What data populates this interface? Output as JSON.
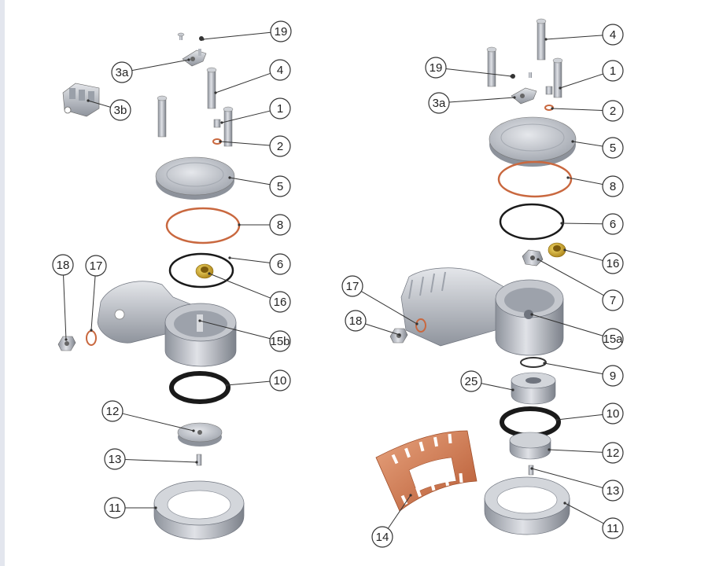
{
  "colors": {
    "metal_light": "#d7d9de",
    "metal_mid": "#a9adb6",
    "metal_dark": "#6f747e",
    "copper": "#c9683f",
    "copper_light": "#e6a07c",
    "brass": "#c9a227",
    "rubber": "#1a1a1a",
    "line": "#333333"
  },
  "left_assembly": {
    "callouts": [
      "19",
      "3a",
      "3b",
      "4",
      "1",
      "2",
      "5",
      "8",
      "6",
      "18",
      "17",
      "16",
      "15b",
      "10",
      "12",
      "13",
      "11"
    ]
  },
  "right_assembly": {
    "callouts": [
      "4",
      "19",
      "1",
      "3a",
      "2",
      "5",
      "8",
      "6",
      "16",
      "7",
      "17",
      "18",
      "15a",
      "9",
      "25",
      "10",
      "12",
      "14",
      "13",
      "11"
    ]
  },
  "parts": {
    "bolt": "bolt-icon",
    "cover_plate": "cover-plate-icon",
    "gasket_ring": "gasket-ring-icon",
    "o_ring": "o-ring-icon",
    "housing": "housing-icon",
    "ring_nut": "ring-nut-icon",
    "spring_sheet": "spring-sheet-icon"
  }
}
